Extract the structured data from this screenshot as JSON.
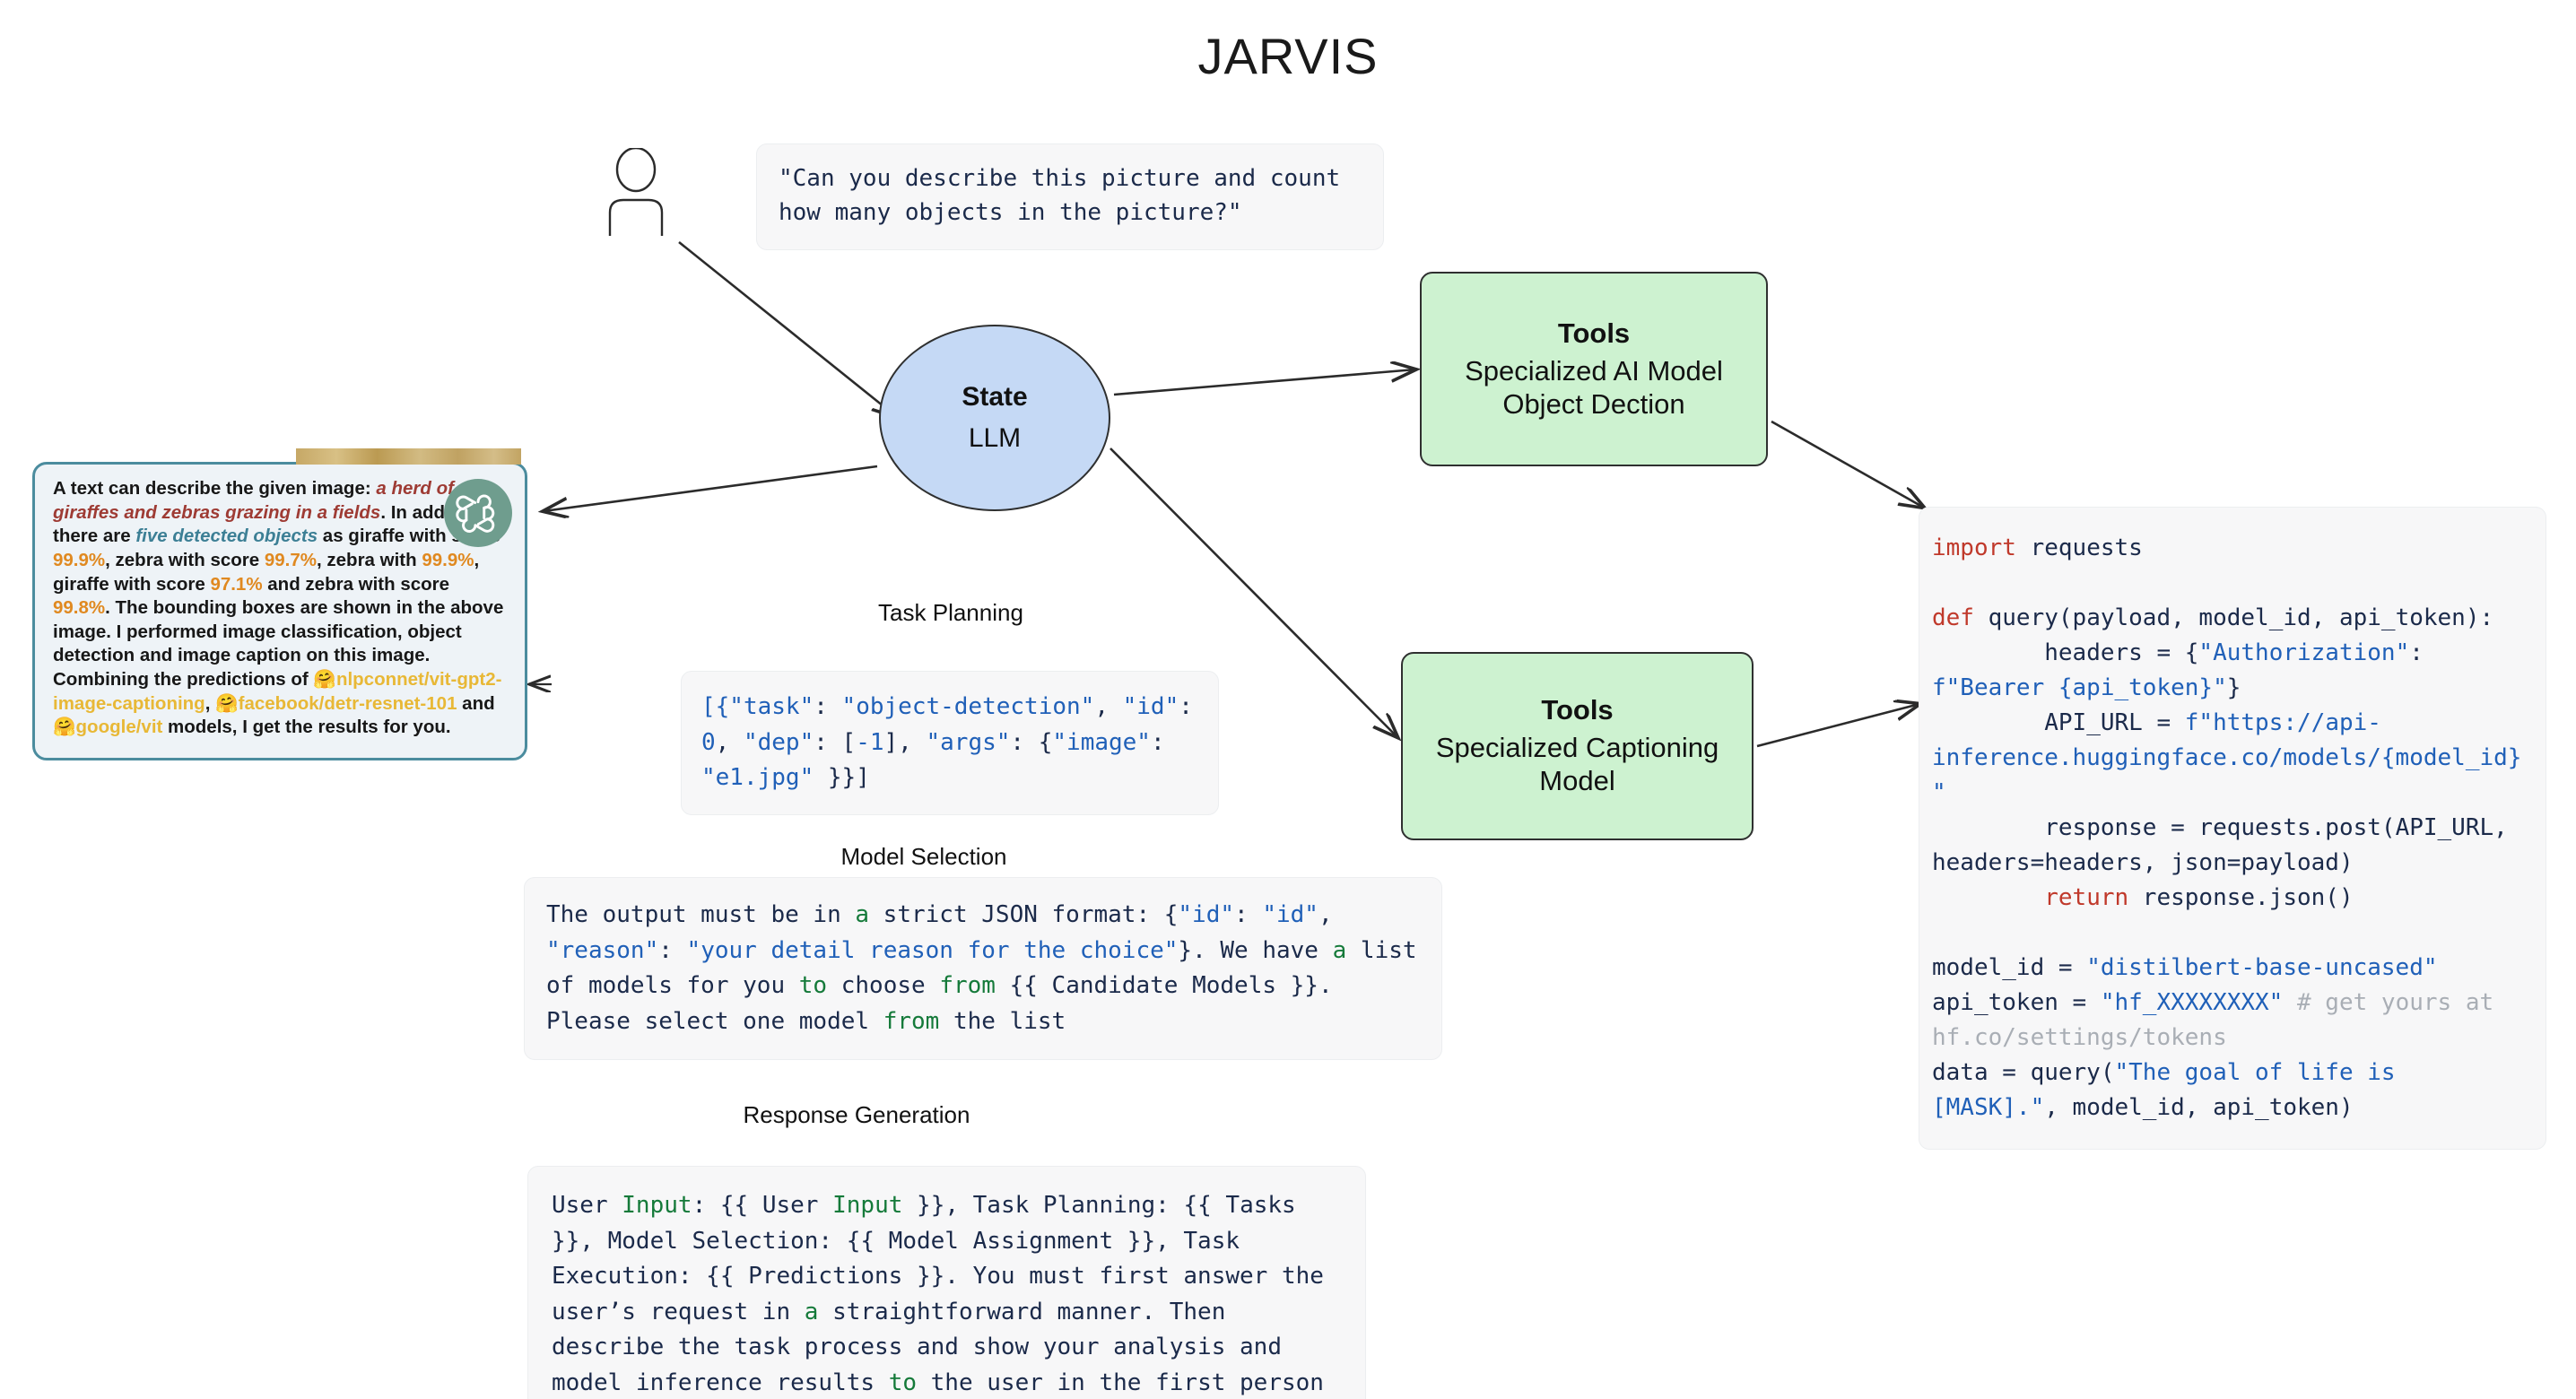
{
  "title": "JARVIS",
  "user": {
    "icon": "person-icon",
    "prompt": "\"Can you describe this picture and count how many objects in the picture?\""
  },
  "state_node": {
    "label_top": "State",
    "label_bottom": "LLM"
  },
  "tools": [
    {
      "heading": "Tools",
      "line1": "Specialized AI Model",
      "line2": "Object Dection"
    },
    {
      "heading": "Tools",
      "line1": "Specialized Captioning",
      "line2": "Model"
    }
  ],
  "captions": {
    "task_planning": "Task Planning",
    "model_selection": "Model Selection",
    "response_generation": "Response Generation"
  },
  "task_planning_code": "[{\"task\": \"object-detection\", \"id\": 0, \"dep\": [-1], \"args\": {\"image\": \"e1.jpg\" }}]",
  "model_selection_code": "The output must be in a strict JSON format: {\"id\": \"id\", \"reason\": \"your detail reason for the choice\"}. We have a list of models for you to choose from {{ Candidate Models }}. Please select one model from the list",
  "response_generation_code": "User Input: {{ User Input }}, Task Planning: {{ Tasks }}, Model Selection: {{ Model Assignment }}, Task Execution: {{ Predictions }}. You must first answer the user’s request in a straightforward manner. Then describe the task process and show your analysis and model inference results to the user in the first person",
  "execution_code": {
    "line_import_kw": "import",
    "line_import_rest": " requests",
    "line_def_kw": "def",
    "line_def_rest": " query(payload, model_id, api_token):",
    "line_headers_pre": "        headers = {",
    "line_headers_str": "\"Authorization\"",
    "line_headers_post": ":",
    "line_bearer": "f\"Bearer {api_token}\"}",
    "line_apiurl_pre": "        API_URL = ",
    "line_apiurl_str": "f\"https://api-inference.huggingface.co/models/{model_id}\"",
    "line_response": "        response = requests.post(API_URL, headers=headers, json=payload)",
    "line_return_kw": "        return",
    "line_return_rest": " response.json()",
    "line_modelid_pre": "model_id = ",
    "line_modelid_str": "\"distilbert-base-uncased\"",
    "line_token_pre": "api_token = ",
    "line_token_str": "\"hf_XXXXXXXX\"",
    "line_token_comment": " # get yours at hf.co/settings/tokens",
    "line_data_pre": "data = query(",
    "line_data_str": "\"The goal of life is [MASK].\"",
    "line_data_post": ", model_id, api_token)"
  },
  "response_card": {
    "s1": "A text can describe the given image: ",
    "em1": "a herd of giraffes and zebras grazing in a fields",
    "s2": ". In addition, there are ",
    "em2": "five detected objects",
    "s3": " as giraffe with score ",
    "sc1": "99.9%",
    "s4": ", zebra with score ",
    "sc2": "99.7%",
    "s5": ", zebra with ",
    "sc3": "99.9%",
    "s6": ",  giraffe with score ",
    "sc4": "97.1%",
    "s7": " and zebra with score ",
    "sc5": "99.8%",
    "s8": ". The bounding boxes are shown in the above image. I performed image classification, object detection and image caption on this image. Combining the predictions of ",
    "m1": "nlpconnet/vit-gpt2-image-captioning",
    "s9": ", ",
    "m2": "facebook/detr-resnet-101",
    "s10": " and ",
    "m3": "google/vit",
    "s11": " models, I get the results for you.",
    "badge": "openai-logo-icon",
    "hf_emoji": "🤗"
  },
  "colors": {
    "state_fill": "#c5d9f5",
    "tools_fill": "#cdf2d0",
    "card_border": "#4b8c9e",
    "code_bg": "#f7f7f8",
    "keyword": "#c0392b",
    "string": "#2060b8",
    "green_kw": "#157a3a",
    "comment": "#a9aeb5",
    "score": "#e08920",
    "hf_model": "#e8b836"
  }
}
